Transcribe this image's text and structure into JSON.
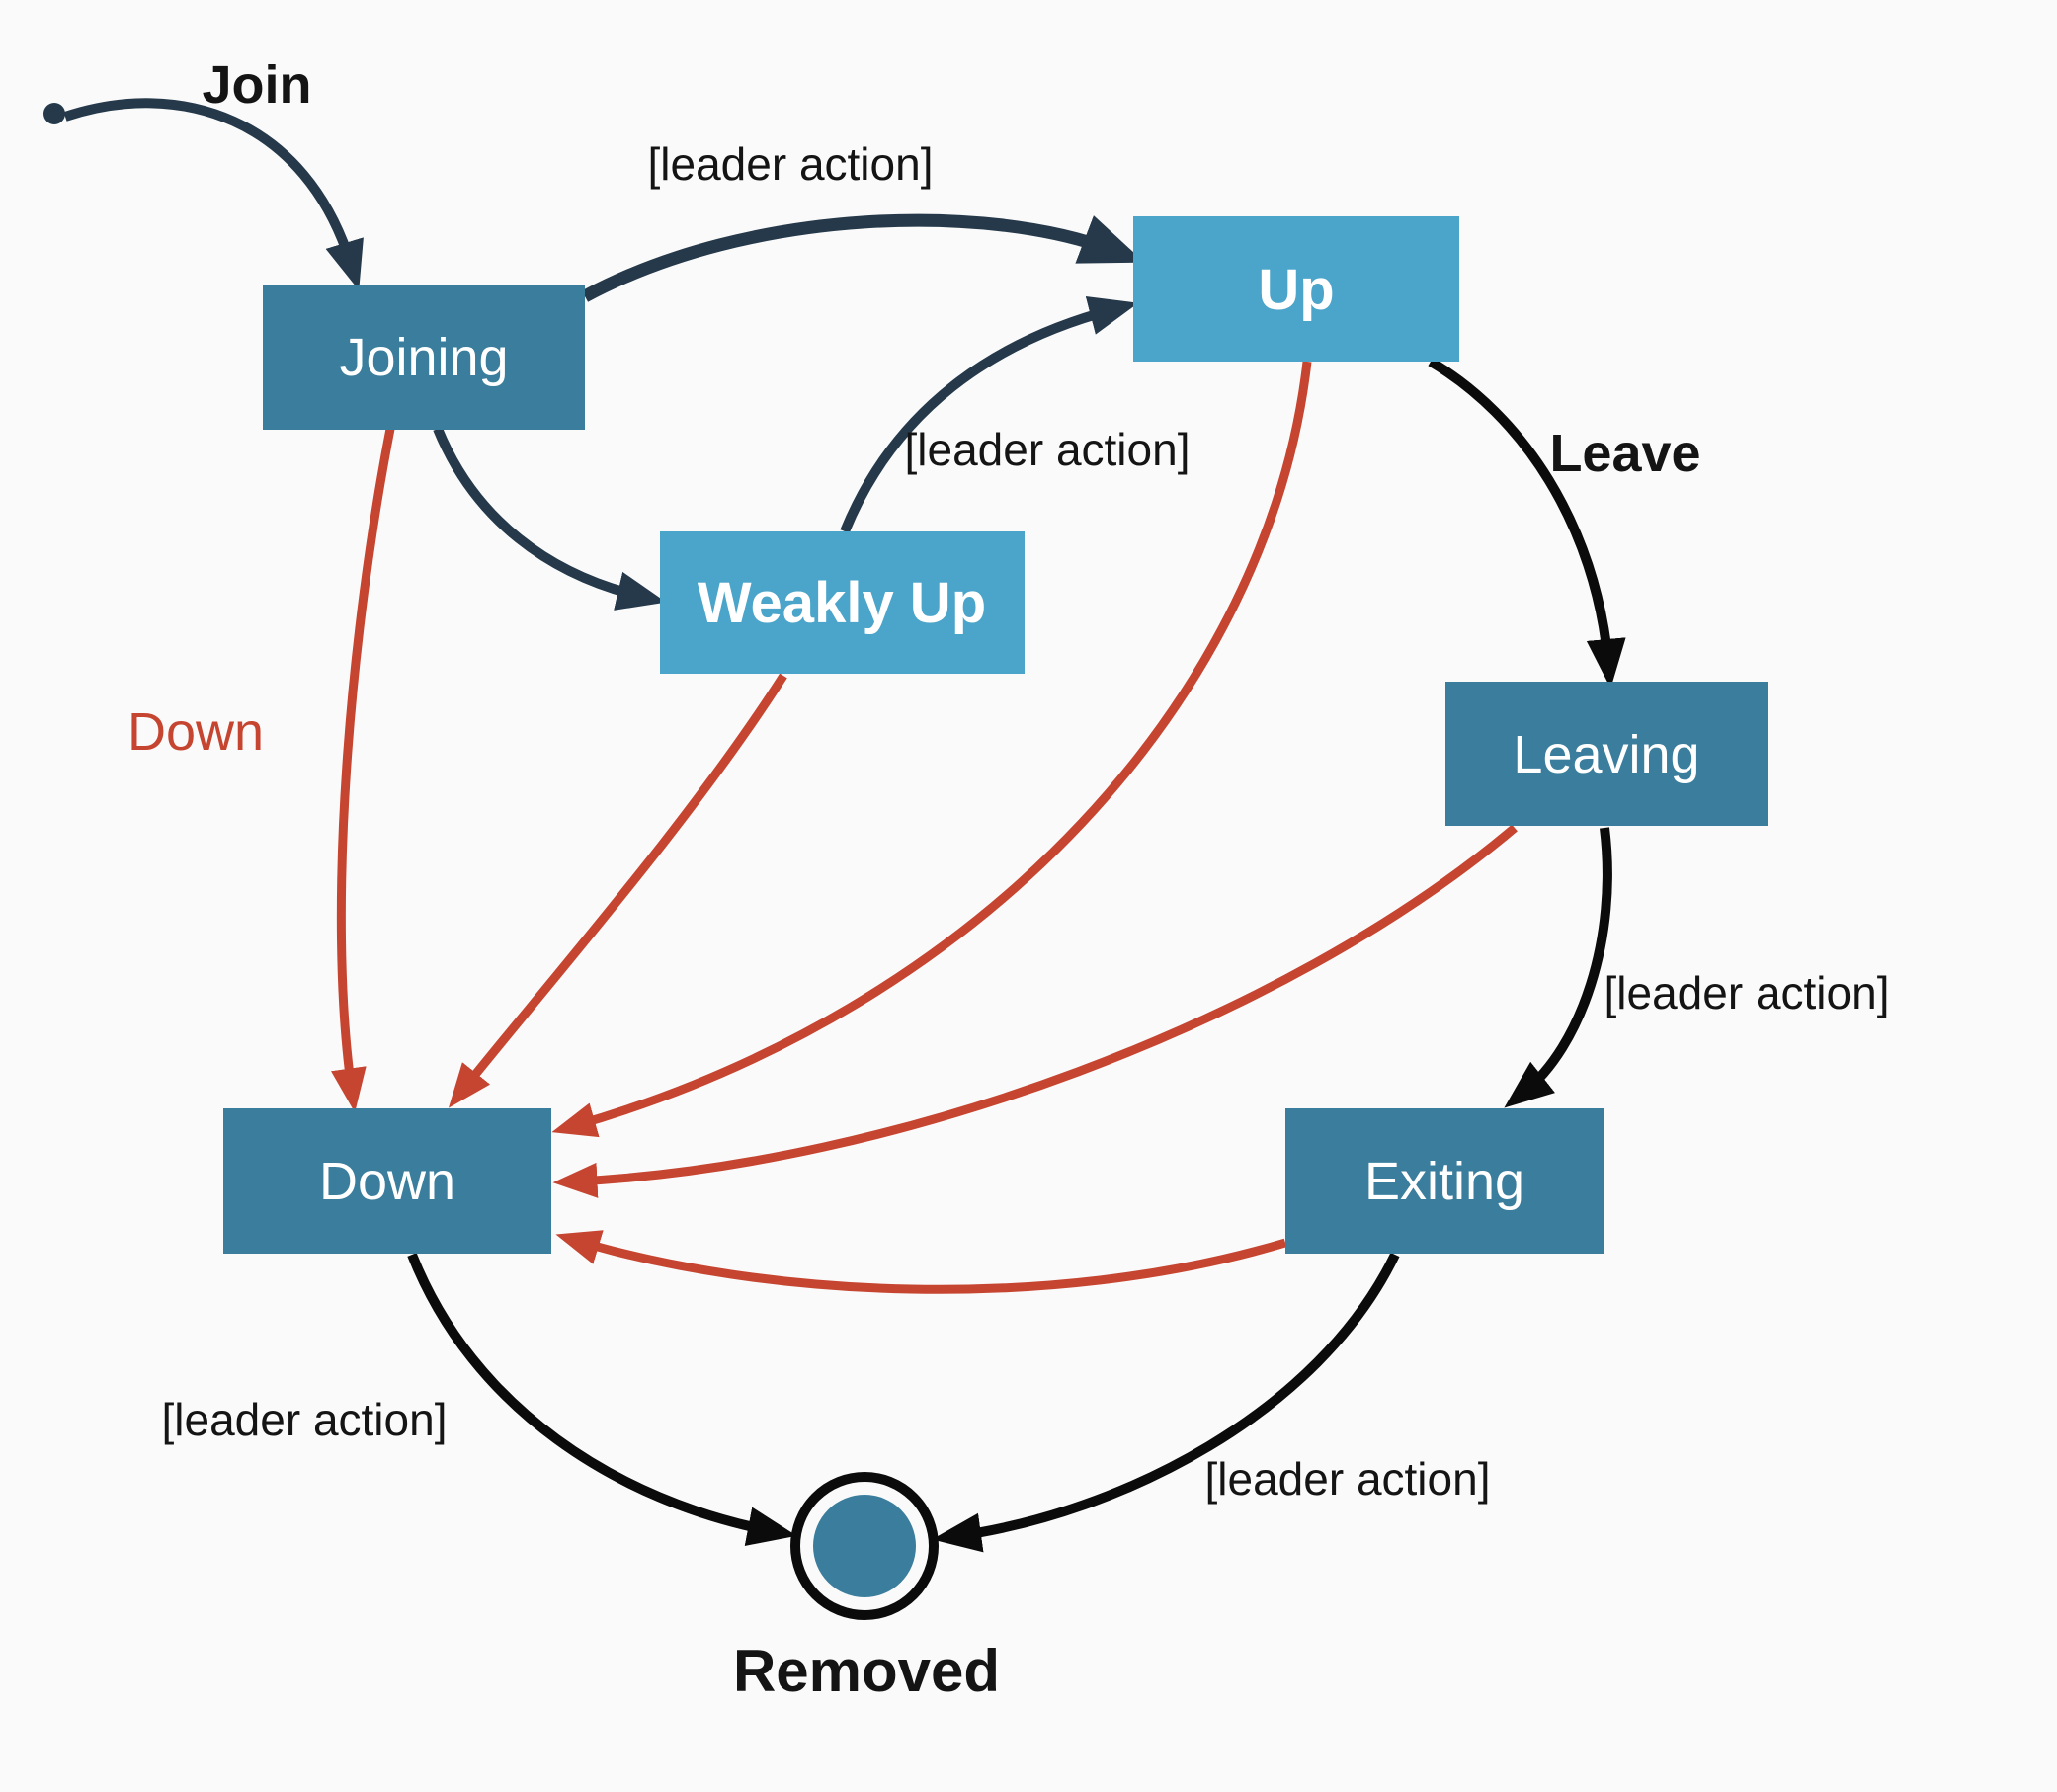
{
  "colors": {
    "background": "#fafafa",
    "node_dark": "#3a7d9c",
    "node_light": "#4ba4c9",
    "node_text": "#ffffff",
    "arrow_dark": "#25394a",
    "arrow_black": "#0b0b0b",
    "arrow_red": "#c64530",
    "label_text": "#141414"
  },
  "nodes": {
    "start": {
      "label": "",
      "type": "initial"
    },
    "joining": {
      "label": "Joining",
      "type": "state"
    },
    "up": {
      "label": "Up",
      "type": "state"
    },
    "weakly_up": {
      "label": "Weakly Up",
      "type": "state"
    },
    "leaving": {
      "label": "Leaving",
      "type": "state"
    },
    "down": {
      "label": "Down",
      "type": "state"
    },
    "exiting": {
      "label": "Exiting",
      "type": "state"
    },
    "removed": {
      "label": "Removed",
      "type": "final"
    }
  },
  "edges": [
    {
      "from": "start",
      "to": "joining",
      "label": "Join",
      "color": "dark"
    },
    {
      "from": "joining",
      "to": "up",
      "label": "[leader action]",
      "color": "dark"
    },
    {
      "from": "joining",
      "to": "weakly_up",
      "label": "",
      "color": "dark"
    },
    {
      "from": "weakly_up",
      "to": "up",
      "label": "[leader action]",
      "color": "dark"
    },
    {
      "from": "up",
      "to": "leaving",
      "label": "Leave",
      "color": "black"
    },
    {
      "from": "leaving",
      "to": "exiting",
      "label": "[leader action]",
      "color": "black"
    },
    {
      "from": "joining",
      "to": "down",
      "label": "Down",
      "color": "red"
    },
    {
      "from": "weakly_up",
      "to": "down",
      "label": "",
      "color": "red"
    },
    {
      "from": "up",
      "to": "down",
      "label": "",
      "color": "red"
    },
    {
      "from": "leaving",
      "to": "down",
      "label": "",
      "color": "red"
    },
    {
      "from": "exiting",
      "to": "down",
      "label": "",
      "color": "red"
    },
    {
      "from": "down",
      "to": "removed",
      "label": "[leader action]",
      "color": "black"
    },
    {
      "from": "exiting",
      "to": "removed",
      "label": "[leader action]",
      "color": "black"
    }
  ]
}
